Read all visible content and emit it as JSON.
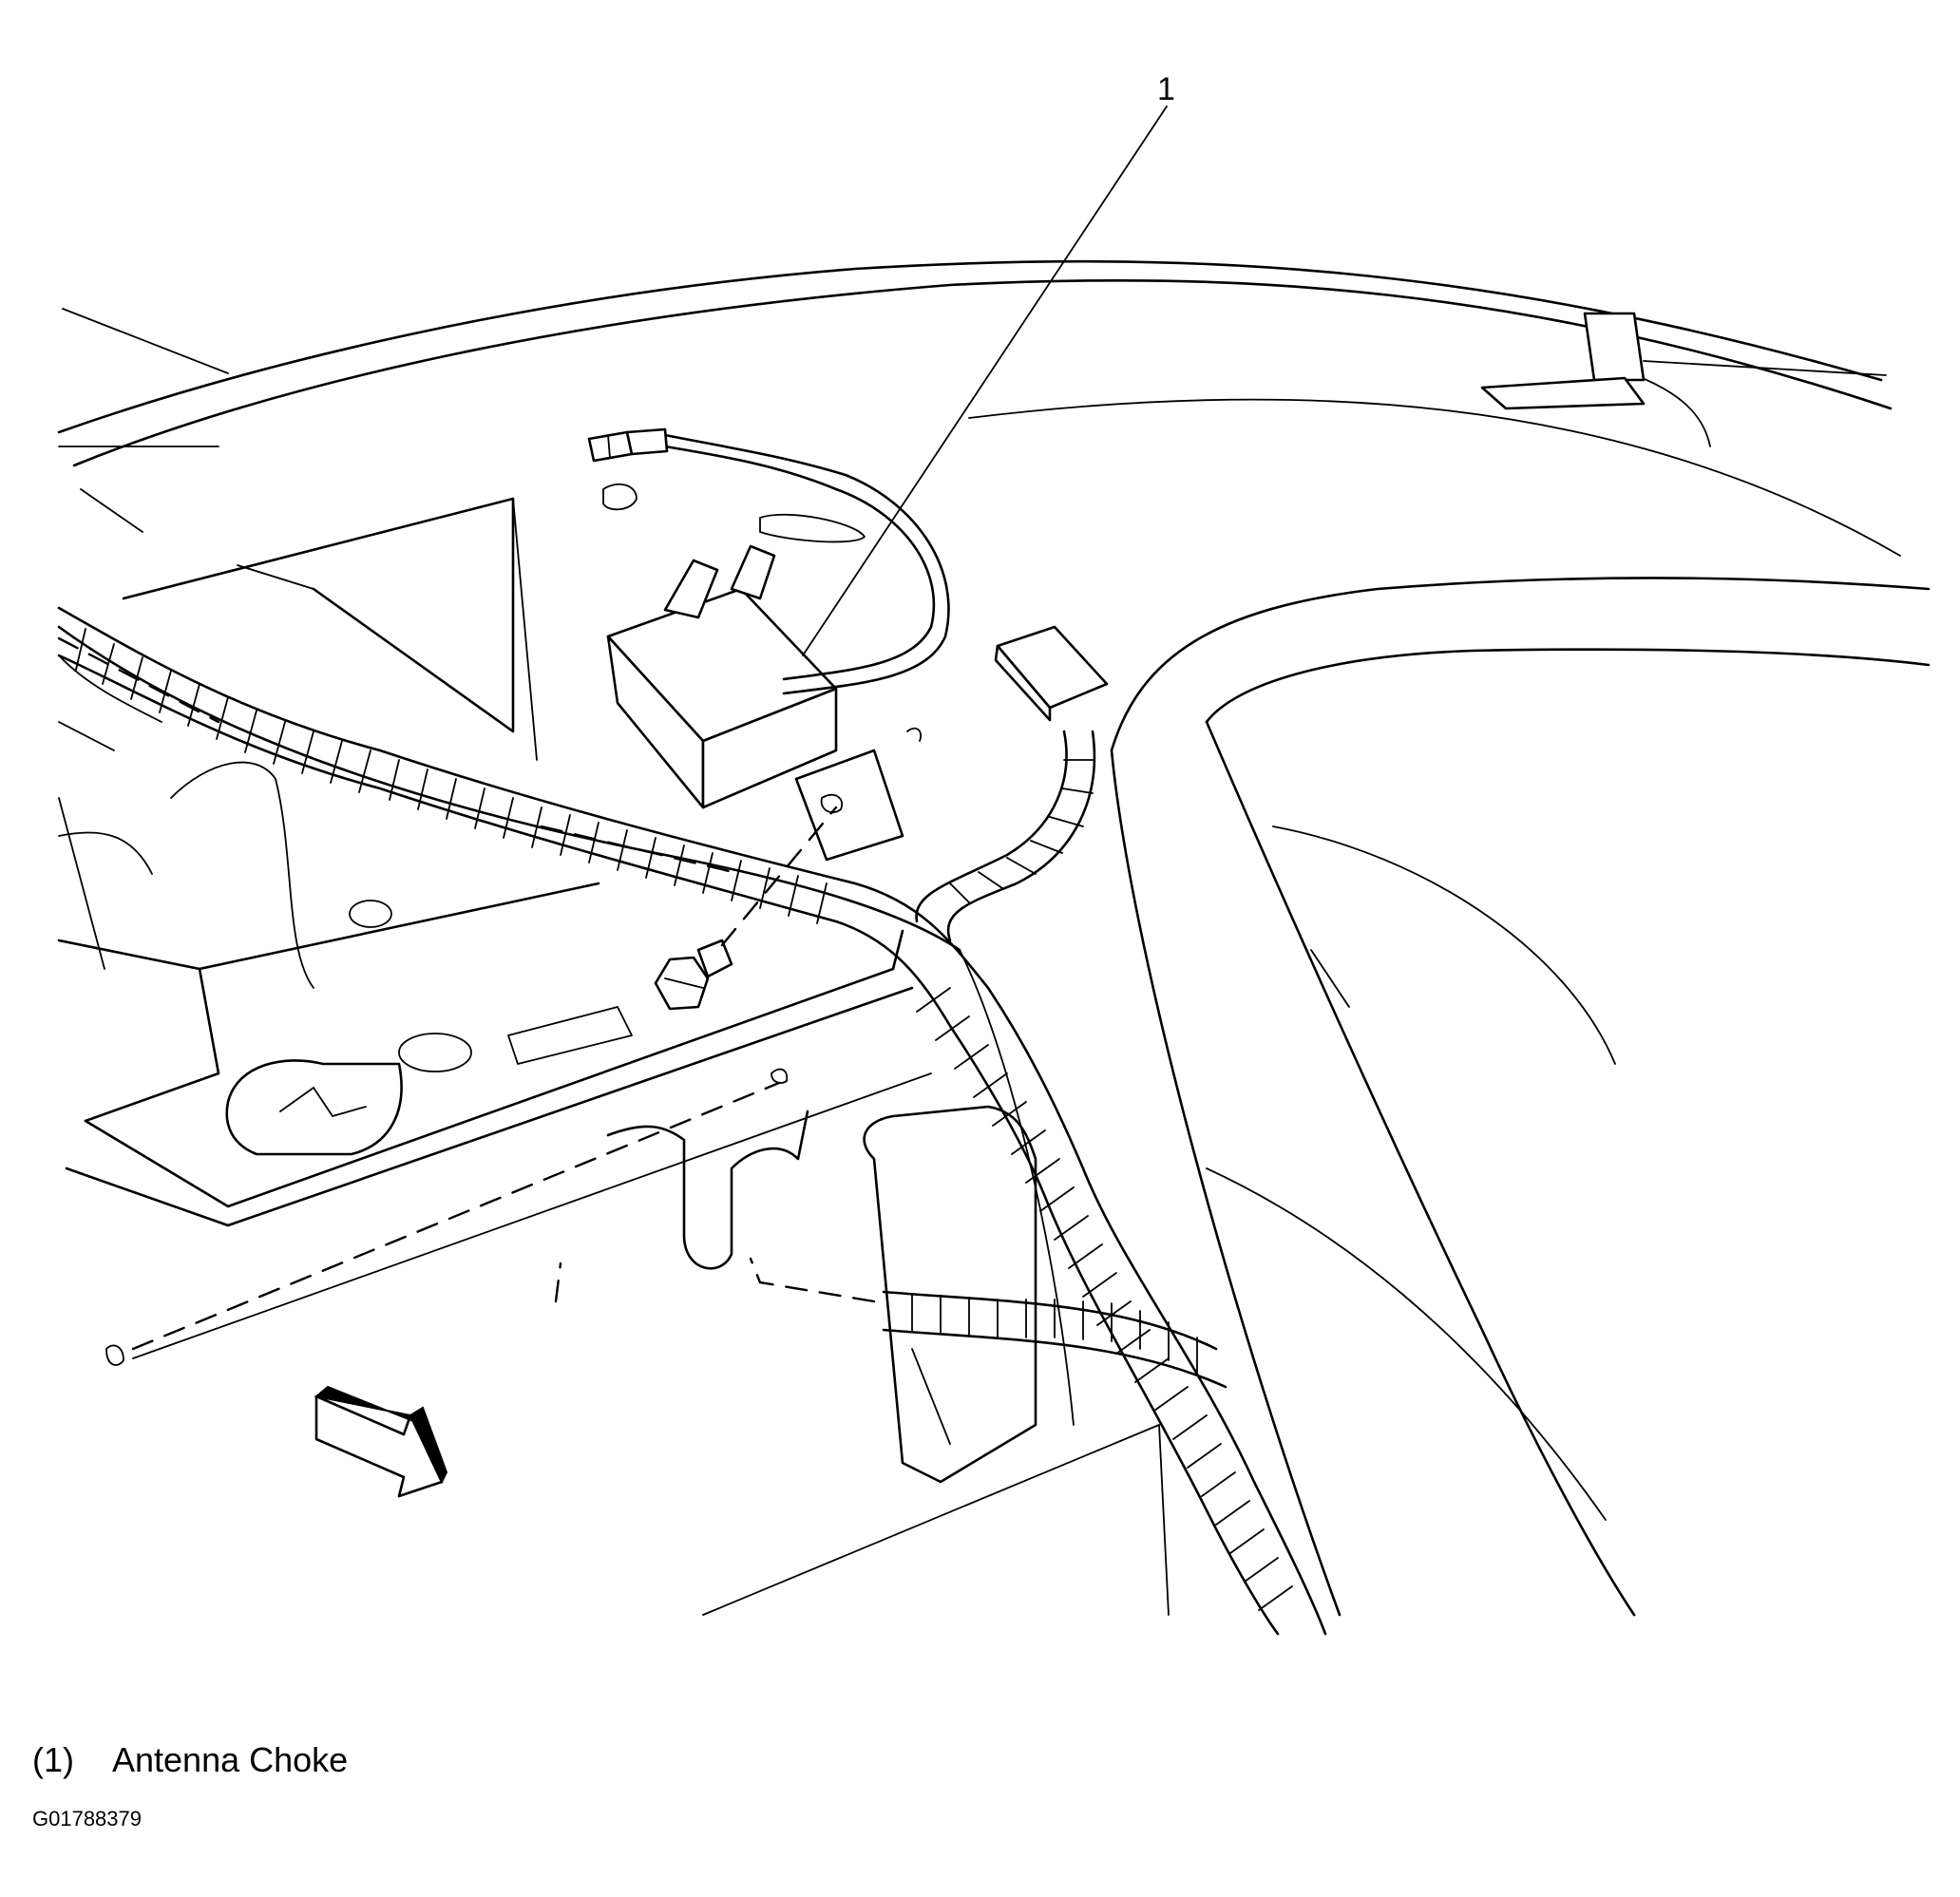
{
  "diagram": {
    "callout_number": "1",
    "legend": [
      {
        "number": "(1)",
        "label": "Antenna Choke"
      }
    ],
    "figure_id": "G01788379"
  }
}
